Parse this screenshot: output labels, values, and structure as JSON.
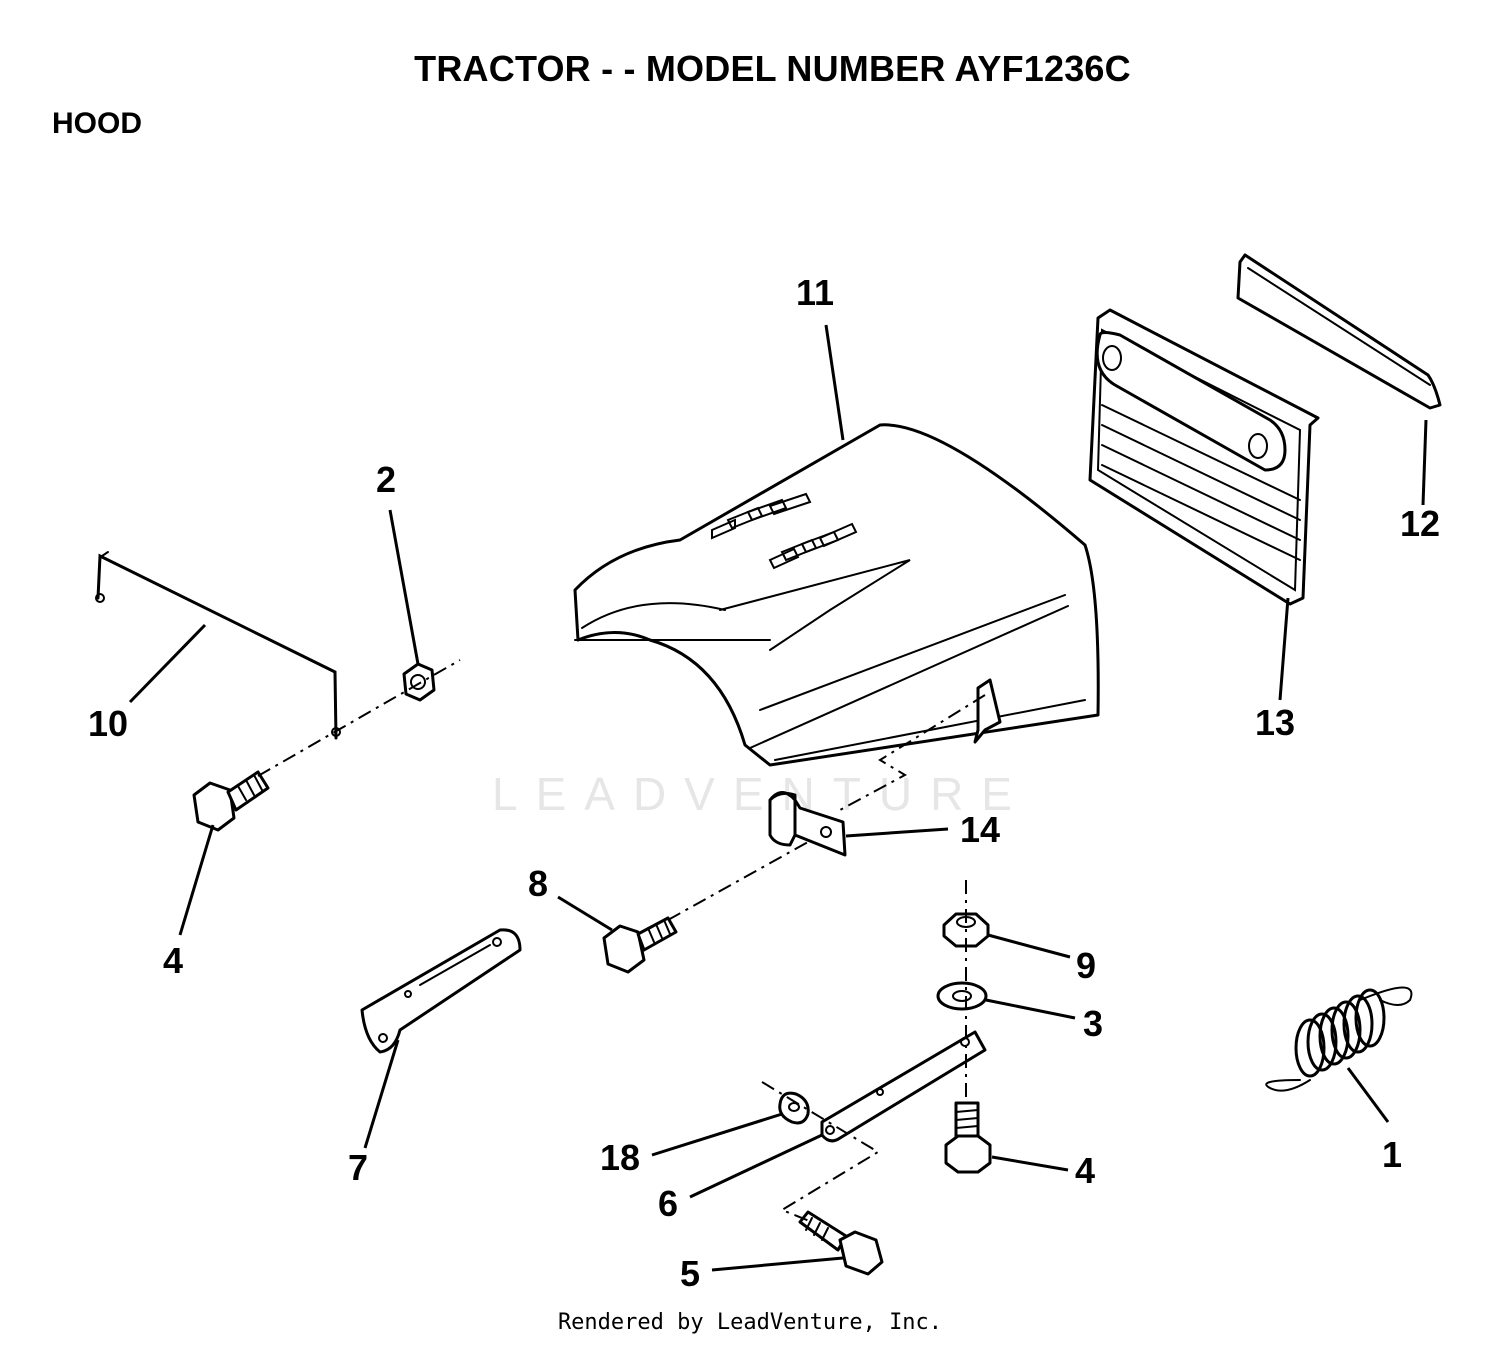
{
  "header": {
    "title": "TRACTOR - - MODEL NUMBER AYF1236C",
    "section": "HOOD"
  },
  "watermark": "LEADVENTURE",
  "footer": "Rendered by LeadVenture, Inc.",
  "callouts": {
    "c1": "1",
    "c2": "2",
    "c3": "3",
    "c4a": "4",
    "c4b": "4",
    "c5": "5",
    "c6": "6",
    "c7": "7",
    "c8": "8",
    "c9": "9",
    "c10": "10",
    "c11": "11",
    "c12": "12",
    "c13": "13",
    "c14": "14",
    "c18": "18"
  }
}
